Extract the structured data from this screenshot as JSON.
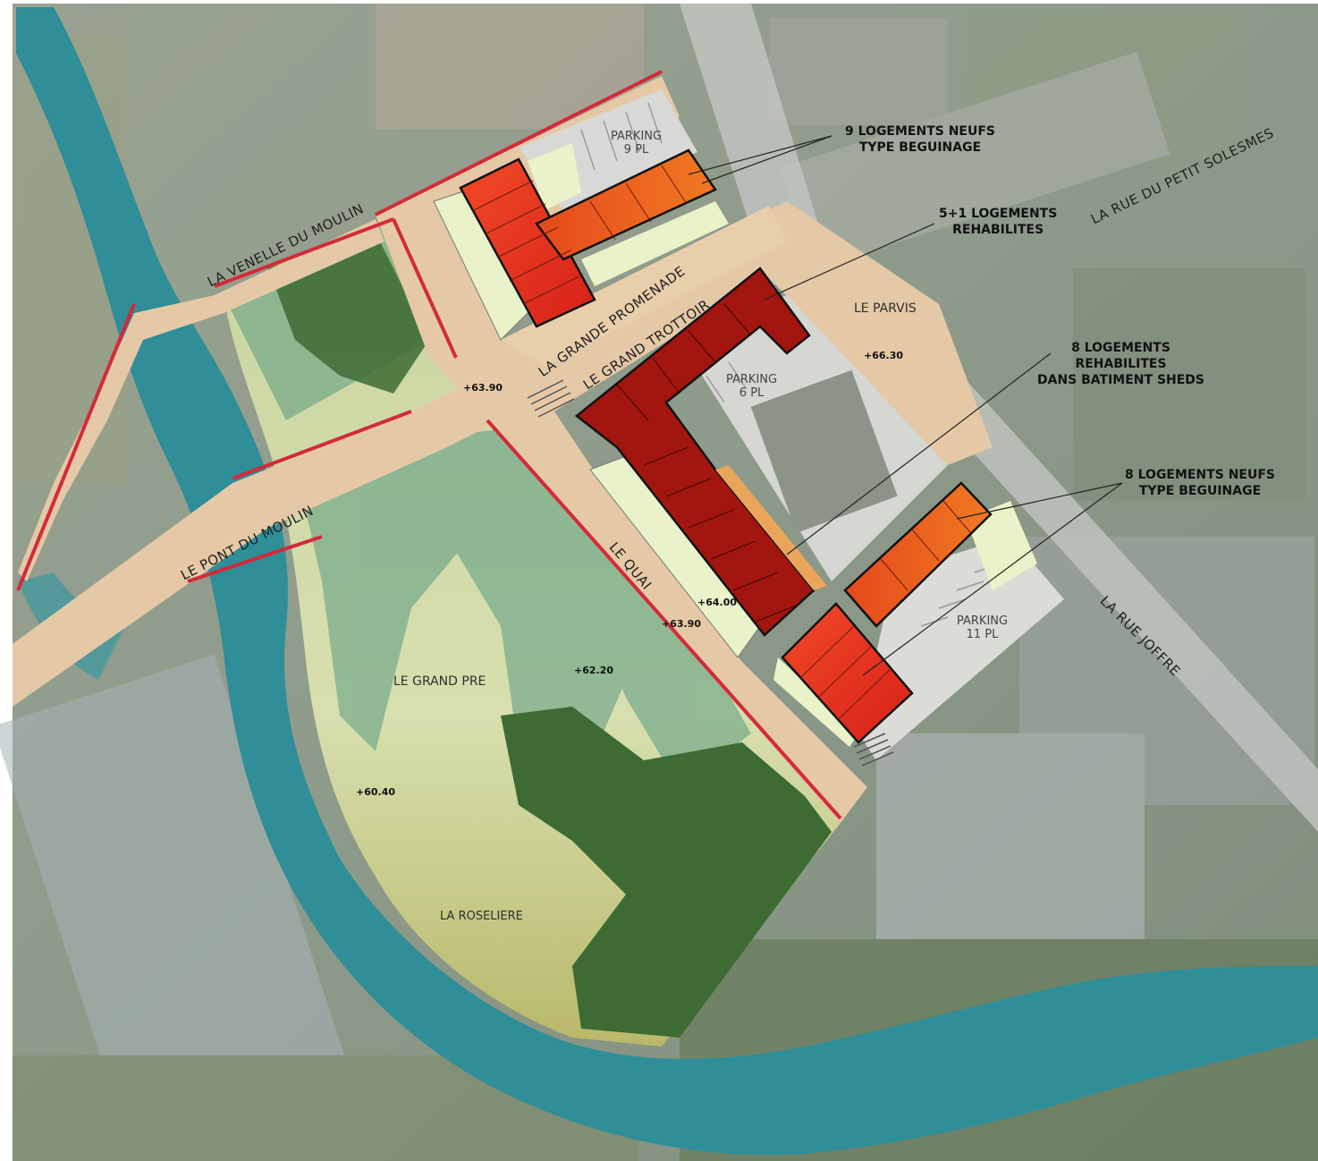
{
  "streets": {
    "venelle": "LA VENELLE DU MOULIN",
    "petit_solesmes": "LA RUE DU PETIT SOLESMES",
    "grande_promenade": "LA GRANDE PROMENADE",
    "grand_trottoir": "LE GRAND TROTTOIR",
    "pont_du_moulin": "LE PONT DU MOULIN",
    "quai": "LE QUAI",
    "rue_joffre": "LA RUE JOFFRE"
  },
  "zones": {
    "parvis": "LE PARVIS",
    "grand_pre": "LE GRAND PRE",
    "roseliere": "LA ROSELIERE"
  },
  "parkings": {
    "p1_title": "PARKING",
    "p1_count": "9 PL",
    "p2_title": "PARKING",
    "p2_count": "6 PL",
    "p3_title": "PARKING",
    "p3_count": "11 PL"
  },
  "altitudes": {
    "a1": "+63.90",
    "a2": "+66.30",
    "a3": "+64.00",
    "a4": "+63.90",
    "a5": "+62.20",
    "a6": "+60.40"
  },
  "callouts": {
    "c1_line1": "9 LOGEMENTS NEUFS",
    "c1_line2": "TYPE BEGUINAGE",
    "c2_line1": "5+1 LOGEMENTS",
    "c2_line2": "REHABILITES",
    "c3_line1": "8 LOGEMENTS",
    "c3_line2": "REHABILITES",
    "c3_line3": "DANS BATIMENT SHEDS",
    "c4_line1": "8 LOGEMENTS NEUFS",
    "c4_line2": "TYPE BEGUINAGE"
  },
  "colors": {
    "river": "#2f8e98",
    "road": "#e5c9a6",
    "red_border": "#d42a3a",
    "new_housing": "#e8321f",
    "new_housing_orange": "#e86a1c",
    "rehab_housing": "#a3150f",
    "lawn": "#e9f2c8",
    "meadow": "#bfcf95",
    "forest": "#3d6b33",
    "aerial_base": "#8e9a8a"
  }
}
